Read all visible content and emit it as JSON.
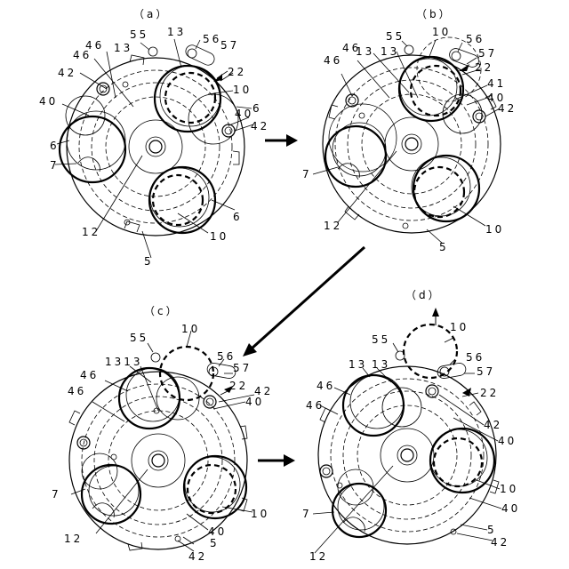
{
  "panels": {
    "a": {
      "label": "（a）",
      "labels": {
        "l55": "55",
        "l13": "13",
        "l56": "56",
        "l57": "57",
        "l46a": "46",
        "l13b": "13",
        "l46b": "46",
        "l22": "22",
        "l42a": "42",
        "l10": "10",
        "l40a": "40",
        "l6a": "6",
        "l40b": "40",
        "l42b": "42",
        "l6b": "6",
        "l7": "7",
        "l6c": "6",
        "l12": "12",
        "l10b": "10",
        "l5": "5"
      }
    },
    "b": {
      "label": "（b）",
      "labels": {
        "l55": "55",
        "l10t": "10",
        "l56": "56",
        "l46a": "46",
        "l13a": "13",
        "l13b": "13",
        "l57": "57",
        "l22": "22",
        "l46b": "46",
        "l41": "41",
        "l40": "40",
        "l42": "42",
        "l7": "7",
        "l12": "12",
        "l10": "10",
        "l5": "5"
      }
    },
    "c": {
      "label": "（c）",
      "labels": {
        "l55": "55",
        "l10t": "10",
        "l56": "56",
        "l13": "1313",
        "l57": "57",
        "l46a": "46",
        "l22": "22",
        "l42": "42",
        "l46b": "46",
        "l40a": "40",
        "l7": "7",
        "l12": "12",
        "l10": "10",
        "l40b": "40",
        "l5": "5",
        "l42b": "42"
      }
    },
    "d": {
      "label": "（d）",
      "labels": {
        "l10t": "10",
        "l55": "55",
        "l56": "56",
        "l13": "13",
        "l13b": "13",
        "l57": "57",
        "l46a": "46",
        "l22": "22",
        "l46b": "46",
        "l42": "42",
        "l40a": "40",
        "l10": "10",
        "l7": "7",
        "l12": "12",
        "l40b": "40",
        "l5": "5",
        "l42b": "42"
      }
    }
  }
}
